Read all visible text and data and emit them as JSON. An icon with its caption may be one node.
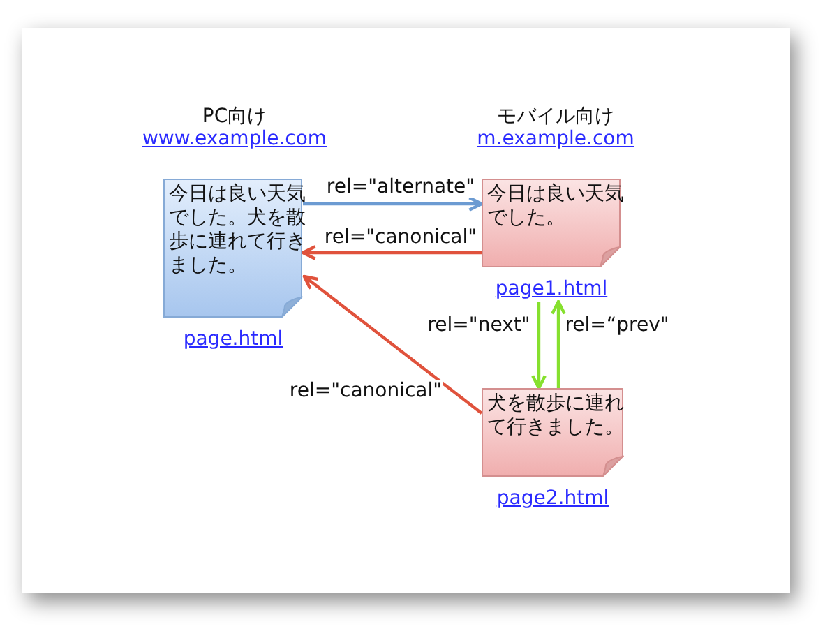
{
  "diagram": {
    "nodes": [
      {
        "text": [
          "今日は良い天気でした。犬を散歩に連れて行きました。"
        ],
        "beside": [
          "page.html"
        ]
      },
      {
        "text": [
          "今日は良い天気でした。"
        ],
        "beside": [
          "page1.html"
        ]
      },
      {
        "text": [
          "犬を散歩に連れて行きました。"
        ],
        "beside": [
          "page2.html"
        ]
      }
    ],
    "edges": [
      {
        "from": 0,
        "to": 1,
        "arrow": "to",
        "label": "rel=\"alternate\"",
        "color": "#6c9bd2"
      },
      {
        "from": 1,
        "to": 0,
        "arrow": "to",
        "label": "rel=\"canonical\"",
        "color": "#e0523c"
      },
      {
        "from": 2,
        "to": 0,
        "arrow": "to",
        "label": "rel=\"canonical\"",
        "color": "#e0523c"
      },
      {
        "from": 1,
        "to": 2,
        "arrow": "to",
        "label": "rel=\"next\"",
        "color": "#86e02e"
      },
      {
        "from": 2,
        "to": 1,
        "arrow": "to",
        "label": "rel=“prev\"",
        "color": "#86e02e"
      }
    ],
    "labels": [
      "PC向け",
      "www.example.com",
      "モバイル向け",
      "m.example.com"
    ]
  }
}
